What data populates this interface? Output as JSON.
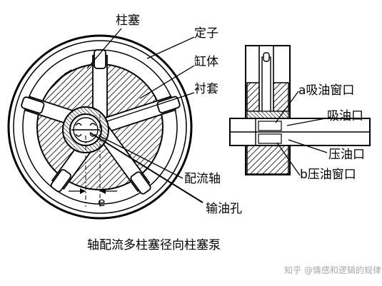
{
  "labels": {
    "plunger": "柱塞",
    "stator": "定子",
    "cylinder_block": "缸体",
    "bushing": "衬套",
    "pintle": "配流轴",
    "oil_hole": "输油孔",
    "eccentricity": "e",
    "suction_window": "a吸油窗口",
    "suction_port": "吸油口",
    "pressure_port": "压油口",
    "pressure_window": "b压油窗口"
  },
  "caption": "轴配流多柱塞径向柱塞泵",
  "watermark": "知乎 @情感和逻辑的规律",
  "colors": {
    "ink": "#000000",
    "watermark": "#a8a8a8",
    "background": "#ffffff"
  }
}
